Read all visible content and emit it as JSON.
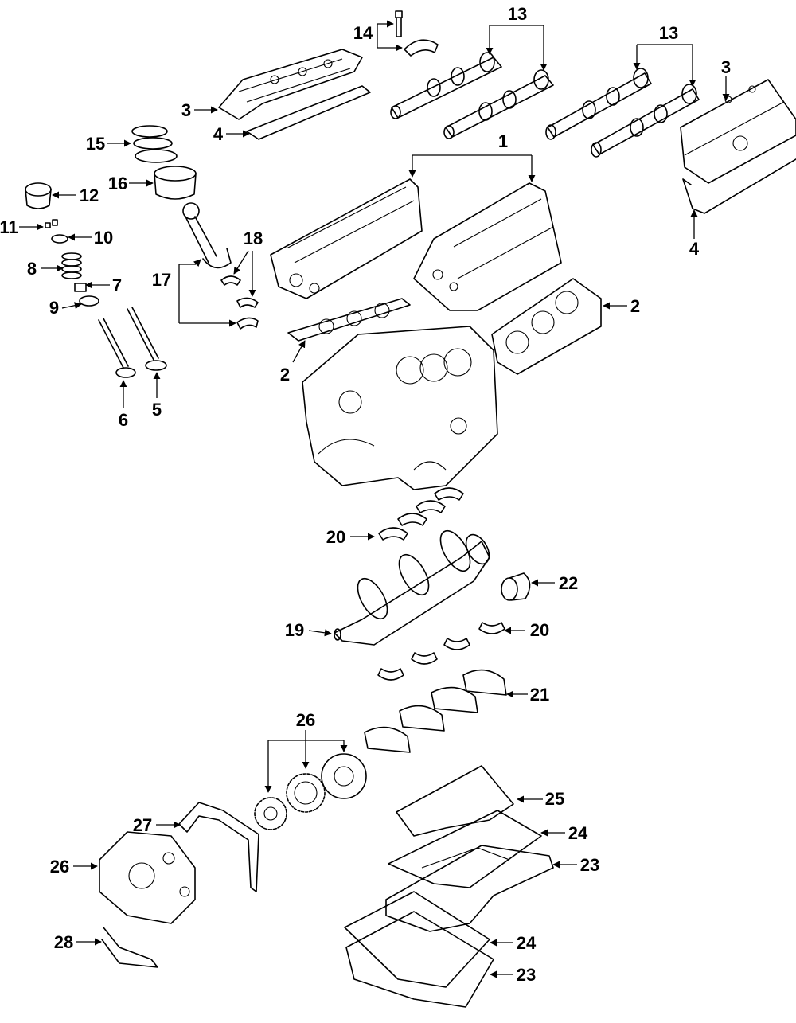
{
  "callouts": [
    {
      "id": "c1",
      "text": "1"
    },
    {
      "id": "c2a",
      "text": "2"
    },
    {
      "id": "c2b",
      "text": "2"
    },
    {
      "id": "c3a",
      "text": "3"
    },
    {
      "id": "c3b",
      "text": "3"
    },
    {
      "id": "c4a",
      "text": "4"
    },
    {
      "id": "c4b",
      "text": "4"
    },
    {
      "id": "c5",
      "text": "5"
    },
    {
      "id": "c6",
      "text": "6"
    },
    {
      "id": "c7",
      "text": "7"
    },
    {
      "id": "c8",
      "text": "8"
    },
    {
      "id": "c9",
      "text": "9"
    },
    {
      "id": "c10",
      "text": "10"
    },
    {
      "id": "c11",
      "text": "11"
    },
    {
      "id": "c12",
      "text": "12"
    },
    {
      "id": "c13a",
      "text": "13"
    },
    {
      "id": "c13b",
      "text": "13"
    },
    {
      "id": "c14",
      "text": "14"
    },
    {
      "id": "c15",
      "text": "15"
    },
    {
      "id": "c16",
      "text": "16"
    },
    {
      "id": "c17",
      "text": "17"
    },
    {
      "id": "c18",
      "text": "18"
    },
    {
      "id": "c19",
      "text": "19"
    },
    {
      "id": "c20a",
      "text": "20"
    },
    {
      "id": "c20b",
      "text": "20"
    },
    {
      "id": "c21",
      "text": "21"
    },
    {
      "id": "c22",
      "text": "22"
    },
    {
      "id": "c23a",
      "text": "23"
    },
    {
      "id": "c23b",
      "text": "23"
    },
    {
      "id": "c24a",
      "text": "24"
    },
    {
      "id": "c24b",
      "text": "24"
    },
    {
      "id": "c25",
      "text": "25"
    },
    {
      "id": "c26a",
      "text": "26"
    },
    {
      "id": "c26b",
      "text": "26"
    },
    {
      "id": "c27",
      "text": "27"
    },
    {
      "id": "c28",
      "text": "28"
    }
  ]
}
